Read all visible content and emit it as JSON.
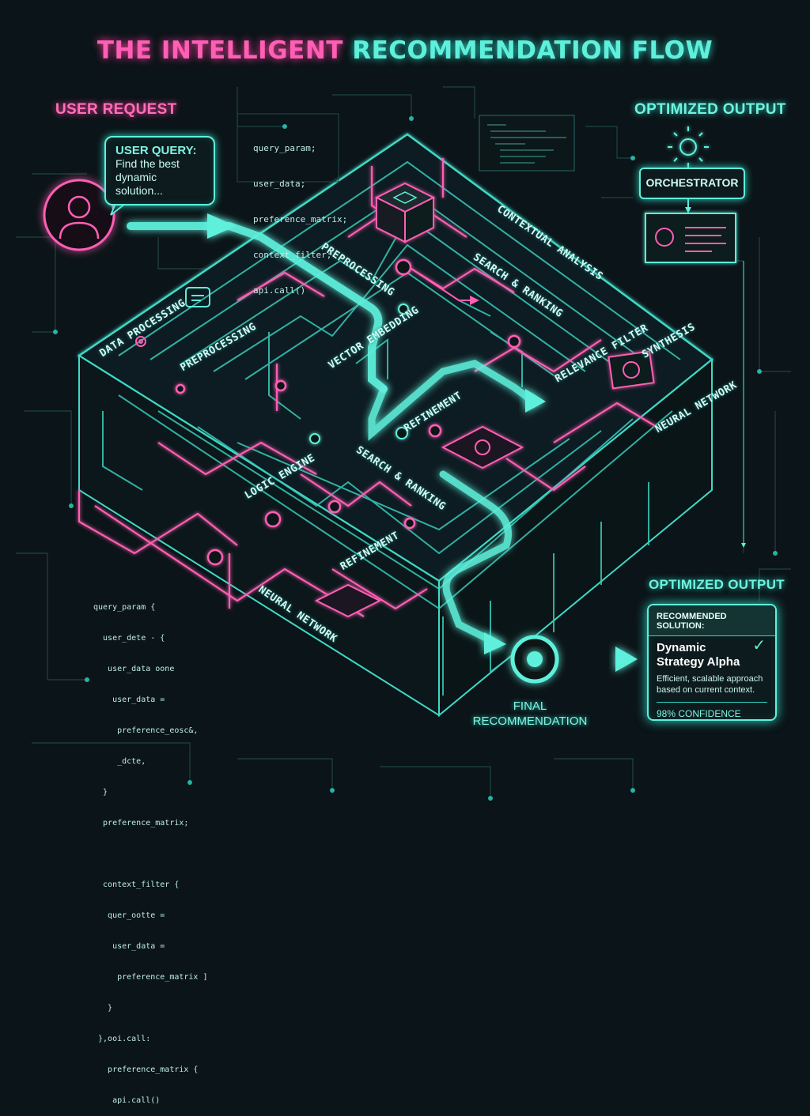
{
  "title": {
    "part1": "THE INTELLIGENT",
    "part2": "RECOMMENDATION FLOW"
  },
  "labels": {
    "user_request": "USER REQUEST",
    "optimized_output_top": "OPTIMIZED OUTPUT",
    "optimized_output_bottom": "OPTIMIZED OUTPUT",
    "orchestrator": "ORCHESTRATOR",
    "final_recommendation_line1": "FINAL",
    "final_recommendation_line2": "RECOMMENDATION"
  },
  "user_query": {
    "heading": "USER QUERY:",
    "line1": "Find the best",
    "line2": "dynamic solution..."
  },
  "code_top": [
    "query_param;",
    "user_data;",
    "preference_matrix;",
    "context_filter;",
    "api.call()"
  ],
  "code_bottom": [
    "query_param {",
    "  user_dete - {",
    "   user_data oone",
    "    user_data =",
    "     preference_eosc&,",
    "     _dcte,",
    "  }",
    "  preference_matrix;",
    "",
    "  context_filter {",
    "   quer_ootte =",
    "    user_data =",
    "     preference_matrix ]",
    "   }",
    " },ooi.call:",
    "   preference_matrix {",
    "    api.call()"
  ],
  "stages": {
    "data_processing": "DATA PROCESSING",
    "preprocessing_left": "PREPROCESSING",
    "preprocessing_top": "PREPROCESSING",
    "vector_embedding": "VECTOR EMBEDDING",
    "contextual_analysis": "CONTEXTUAL ANALYSIS",
    "search_ranking_top": "SEARCH & RANKING",
    "relevance_filter": "RELEVANCE FILTER",
    "synthesis": "SYNTHESIS",
    "neural_network_right": "NEURAL NETWORK",
    "refinement_center": "REFINEMENT",
    "logic_engine": "LOGIC ENGINE",
    "search_ranking_bottom": "SEARCH & RANKING",
    "refinement_bottom": "REFINEMENT",
    "neural_network_bottom": "NEURAL NETWORK"
  },
  "result_card": {
    "header": "RECOMMENDED SOLUTION:",
    "name_line1": "Dynamic",
    "name_line2": "Strategy Alpha",
    "desc_line1": "Efficient, scalable approach",
    "desc_line2": "based on current context.",
    "confidence": "98% CONFIDENCE"
  },
  "colors": {
    "pink": "#ff5fb4",
    "teal": "#5ff0dc",
    "background": "#0b1418"
  },
  "icons": [
    "user-avatar-icon",
    "gear-icon",
    "brain-icon",
    "check-icon",
    "chip-icon"
  ]
}
